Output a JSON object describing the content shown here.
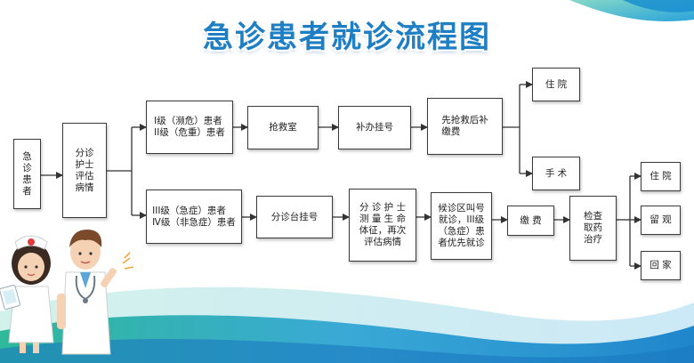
{
  "title": "急诊患者就诊流程图",
  "nodes": {
    "emergency_patient": "急\n诊\n患\n者",
    "nurse_triage": "分诊\n护士\n评估\n病情",
    "level_1_2": "I级（濒危）患者\nII级（危重）患者",
    "rescue_room": "抢救室",
    "supplement_register": "补办挂号",
    "rescue_then_pay": "先抢救后补\n缴费",
    "hospitalize_top": "住  院",
    "surgery": "手  术",
    "level_3_4": "III级（急症）患者\nⅣ级（非急症）患者",
    "triage_desk_register": "分诊台挂号",
    "nurse_reassess": "分 诊 护 士\n测 量 生 命\n体征，再次\n评估病情",
    "waiting_call": "候诊区叫号\n就诊，III级\n（急症）患\n者优先就诊",
    "payment": "缴  费",
    "exam_treatment": "检查\n取药\n治疗",
    "hospitalize_bottom": "住  院",
    "observation": "留  观",
    "go_home": "回  家"
  },
  "colors": {
    "title": "#1e7fc4",
    "accent_teal": "#2bb5a0",
    "accent_blue": "#2e8fd6",
    "line": "#333333"
  }
}
